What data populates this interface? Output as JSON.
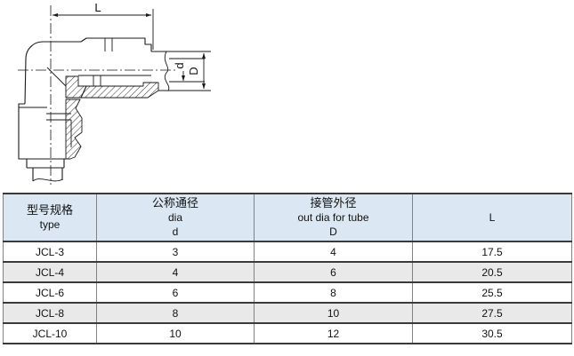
{
  "drawing": {
    "dim_length_label": "L",
    "dim_inner_dia_label": "d",
    "dim_outer_dia_label": "D"
  },
  "table": {
    "headers": {
      "col1": [
        "型号规格",
        "type"
      ],
      "col2": [
        "公称通径",
        "dia",
        "d"
      ],
      "col3": [
        "接管外径",
        "out dia for tube",
        "D"
      ],
      "col4": [
        "L"
      ]
    },
    "rows": [
      {
        "type": "JCL-3",
        "d": "3",
        "D": "4",
        "L": "17.5"
      },
      {
        "type": "JCL-4",
        "d": "4",
        "D": "6",
        "L": "20.5"
      },
      {
        "type": "JCL-6",
        "d": "6",
        "D": "8",
        "L": "25.5"
      },
      {
        "type": "JCL-8",
        "d": "8",
        "D": "10",
        "L": "27.5"
      },
      {
        "type": "JCL-10",
        "d": "10",
        "D": "12",
        "L": "30.5"
      }
    ]
  },
  "colors": {
    "header_bg": "#dbe7f2",
    "alt_row_bg": "#e9e9e9",
    "rule_dark": "#3a3a3a",
    "rule_gray": "#828282",
    "line": "#1a1a1a"
  }
}
